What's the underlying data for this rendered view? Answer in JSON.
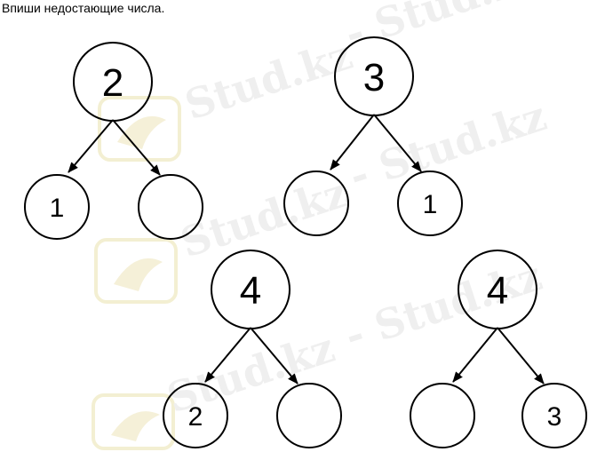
{
  "instruction": "Впиши недостающие числа.",
  "watermark": {
    "text": "Stud.kz",
    "text_dash": "- Stud.kz",
    "logo_color": "#f3efd2"
  },
  "trees": [
    {
      "top": "2",
      "left": "1",
      "right": ""
    },
    {
      "top": "3",
      "left": "",
      "right": "1"
    },
    {
      "top": "4",
      "left": "2",
      "right": ""
    },
    {
      "top": "4",
      "left": "",
      "right": "3"
    }
  ]
}
